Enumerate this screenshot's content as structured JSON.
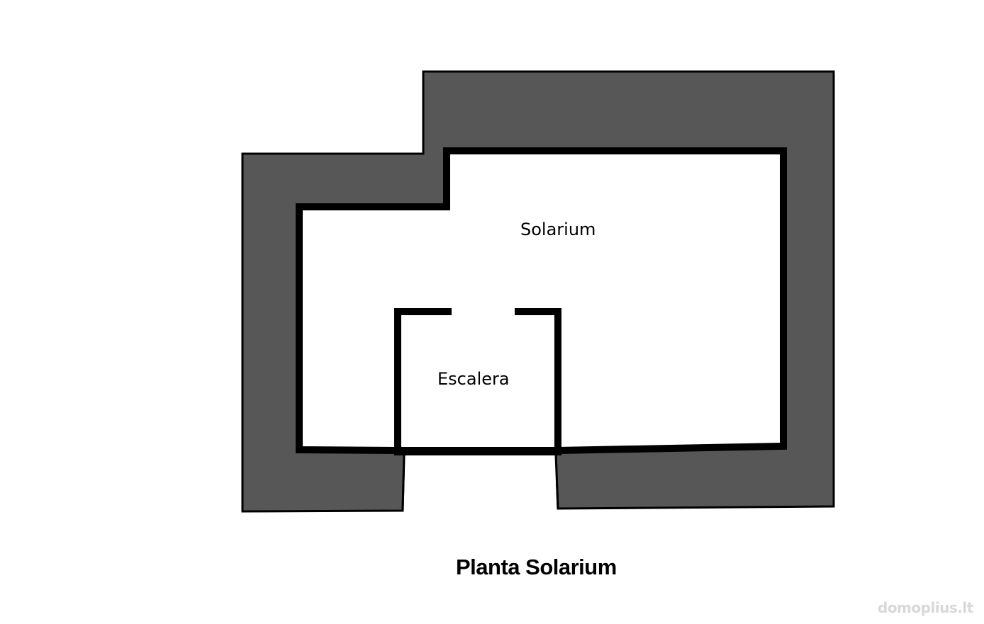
{
  "plan": {
    "title": "Planta Solarium",
    "rooms": {
      "solarium": "Solarium",
      "escalera": "Escalera"
    },
    "colors": {
      "wall_fill": "#575757",
      "outline": "#000000",
      "floor": "#ffffff"
    }
  },
  "watermark": "domoplius.lt"
}
